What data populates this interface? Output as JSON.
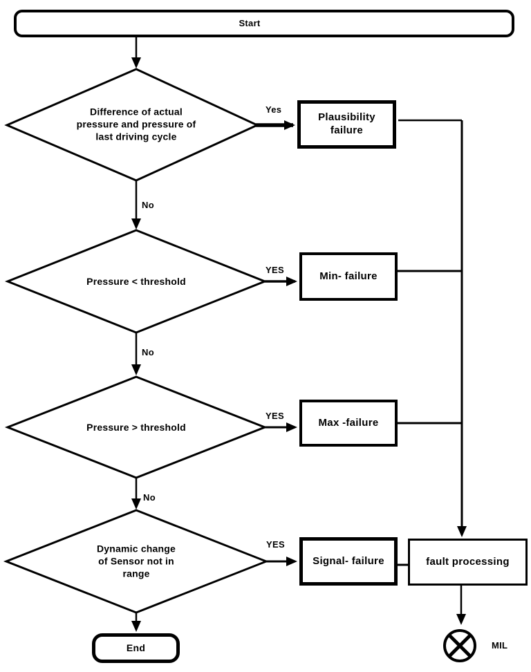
{
  "flowchart": {
    "start_label": "Start",
    "end_label": "End",
    "decisions": [
      {
        "label": "Difference of actual\npressure and pressure of\nlast driving cycle",
        "branch_label": "Yes",
        "no_label": "No"
      },
      {
        "label": "Pressure < threshold",
        "branch_label": "YES",
        "no_label": "No"
      },
      {
        "label": "Pressure > threshold",
        "branch_label": "YES",
        "no_label": "No"
      },
      {
        "label": "Dynamic change\nof Sensor not in\nrange",
        "branch_label": "YES"
      }
    ],
    "failure_boxes": [
      {
        "label": "Plausibility\nfailure"
      },
      {
        "label": "Min- failure"
      },
      {
        "label": "Max -failure"
      },
      {
        "label": "Signal- failure"
      }
    ],
    "fault_processing_label": "fault processing",
    "mil_label": "MIL",
    "colors": {
      "stroke": "#000000",
      "background": "#ffffff"
    }
  }
}
